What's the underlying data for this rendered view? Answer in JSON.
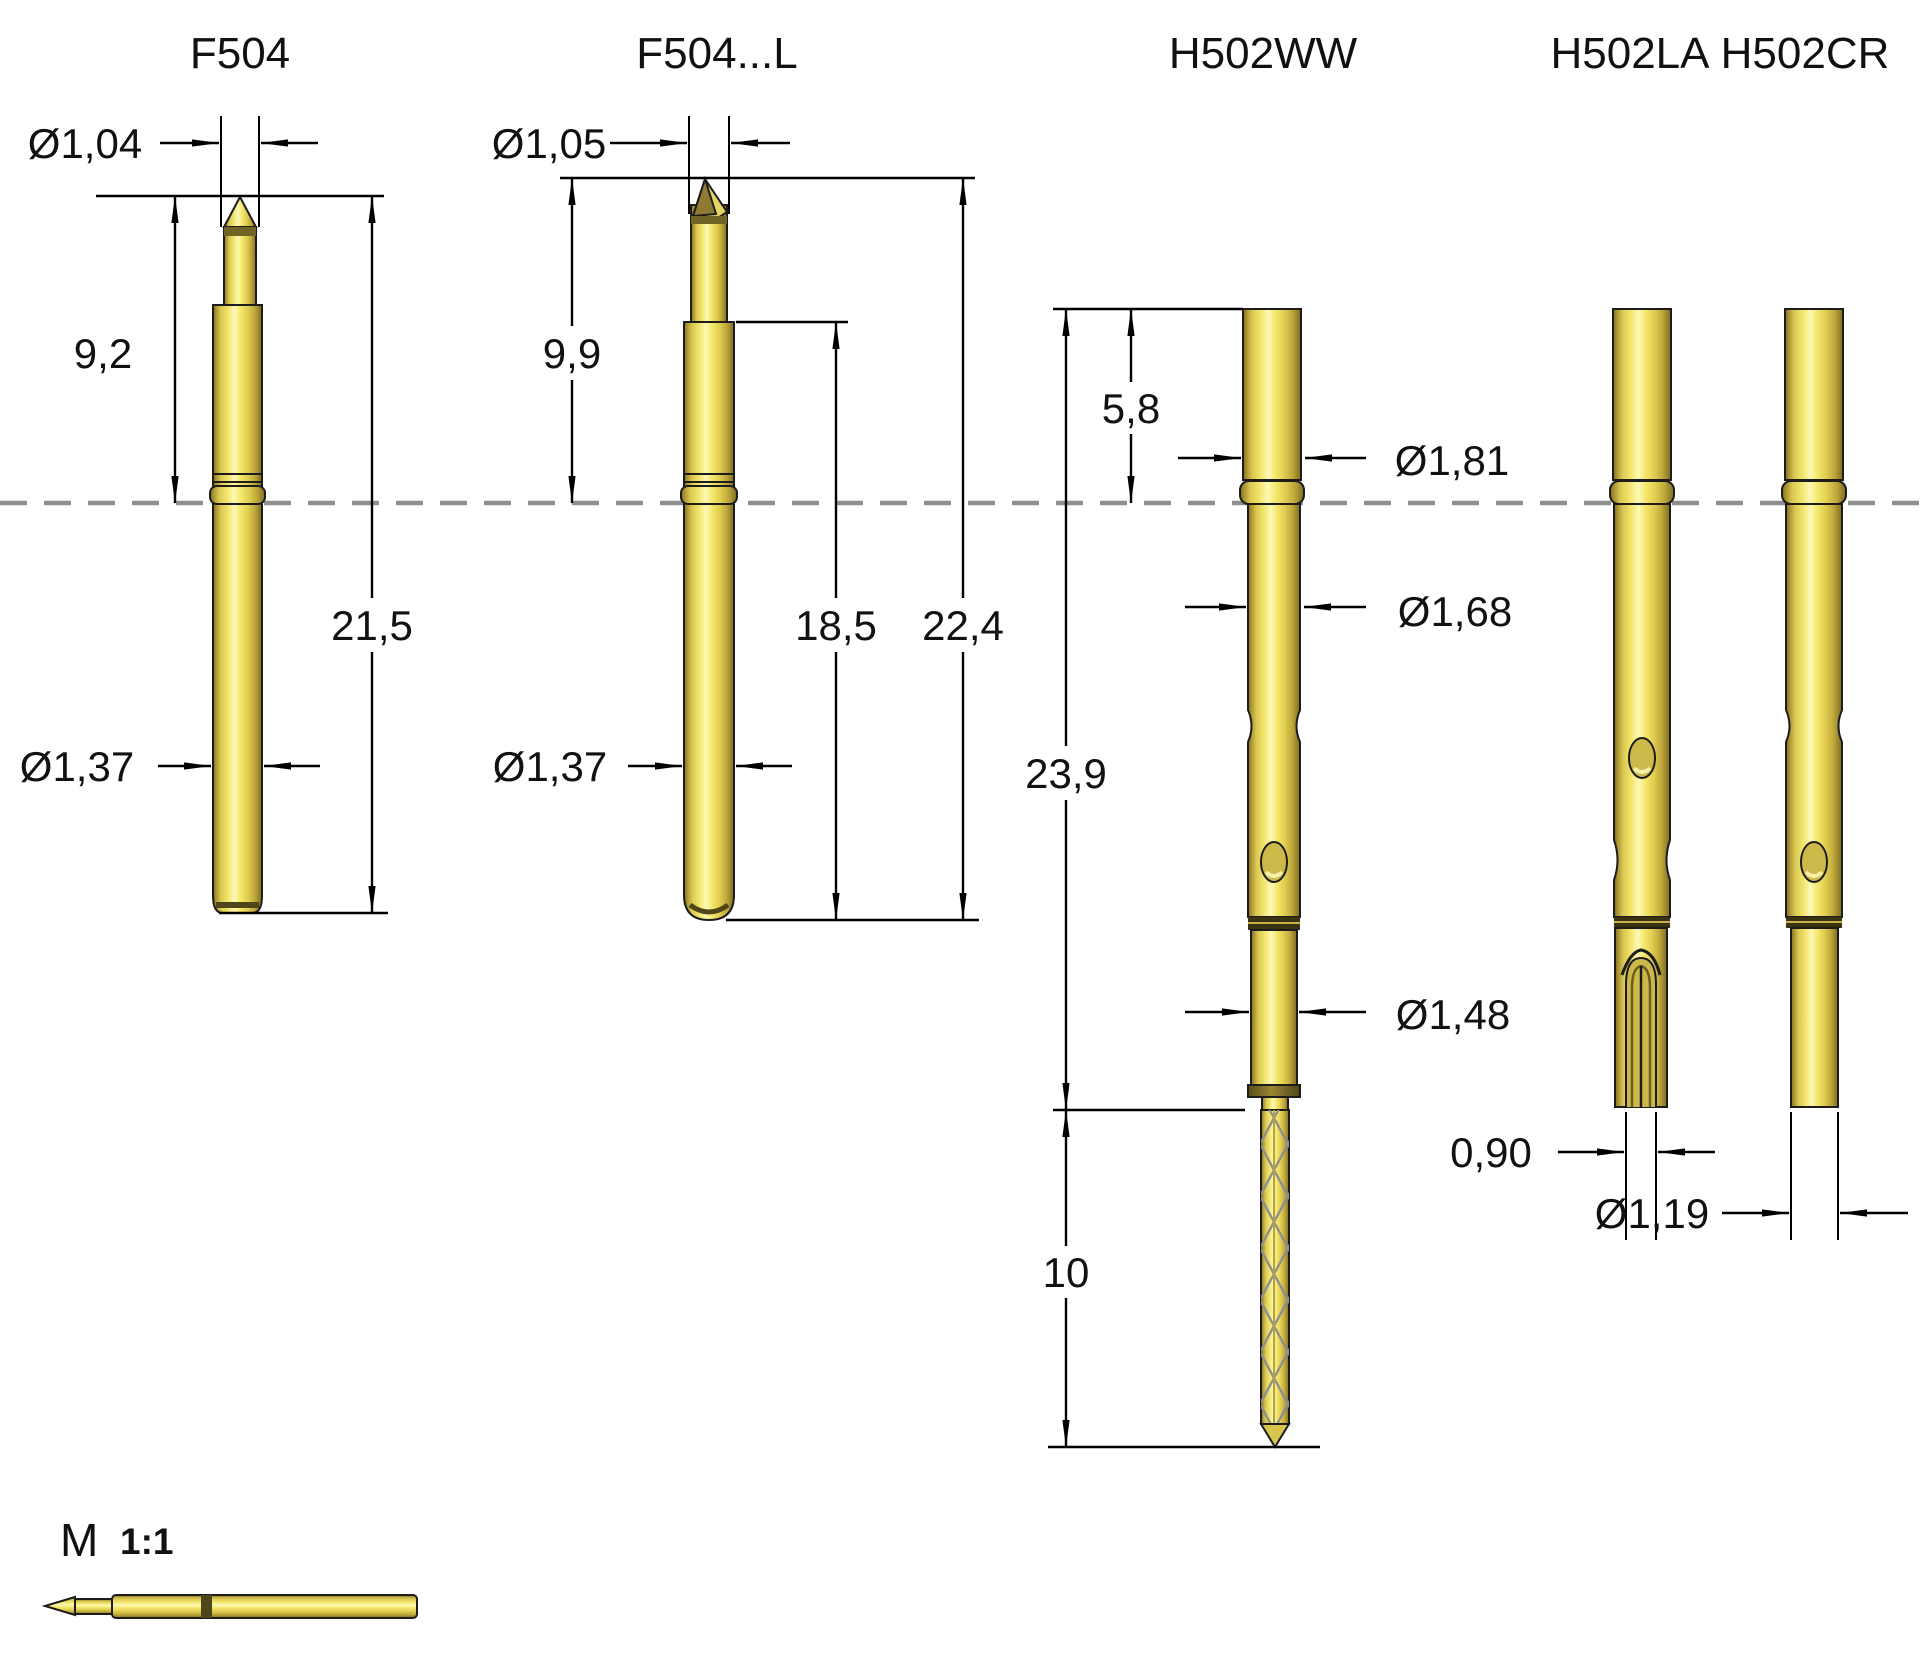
{
  "drawing": {
    "type": "technical-drawing",
    "probes": [
      {
        "id": "f504",
        "label": "F504",
        "dims": {
          "tip_diameter": "Ø1,04",
          "tip_projection": "9,2",
          "total_length": "21,5",
          "barrel_diameter": "Ø1,37"
        }
      },
      {
        "id": "f504l",
        "label": "F504...L",
        "dims": {
          "tip_diameter": "Ø1,05",
          "tip_projection": "9,9",
          "barrel_length": "18,5",
          "total_length": "22,4",
          "barrel_diameter": "Ø1,37"
        }
      },
      {
        "id": "h502ww",
        "label": "H502WW",
        "dims": {
          "head_projection": "5,8",
          "head_diameter": "Ø1,81",
          "body_diameter": "Ø1,68",
          "body_length": "23,9",
          "lower_diameter": "Ø1,48",
          "tail_length": "10"
        }
      },
      {
        "id": "h502la",
        "label": "H502LA",
        "dims": {
          "slot_width": "0,90"
        }
      },
      {
        "id": "h502cr",
        "label": "H502CR",
        "dims": {
          "tail_diameter": "Ø1,19"
        }
      }
    ],
    "scale_marker": {
      "prefix": "M",
      "ratio": "1:1"
    },
    "colors": {
      "gold_mid": "#f2e468",
      "gold_highlight": "#fdf8b8",
      "gold_shadow": "#93802a",
      "outline": "#1c1c1c",
      "centerline_gray": "#8f8f8f",
      "background": "#ffffff"
    }
  }
}
